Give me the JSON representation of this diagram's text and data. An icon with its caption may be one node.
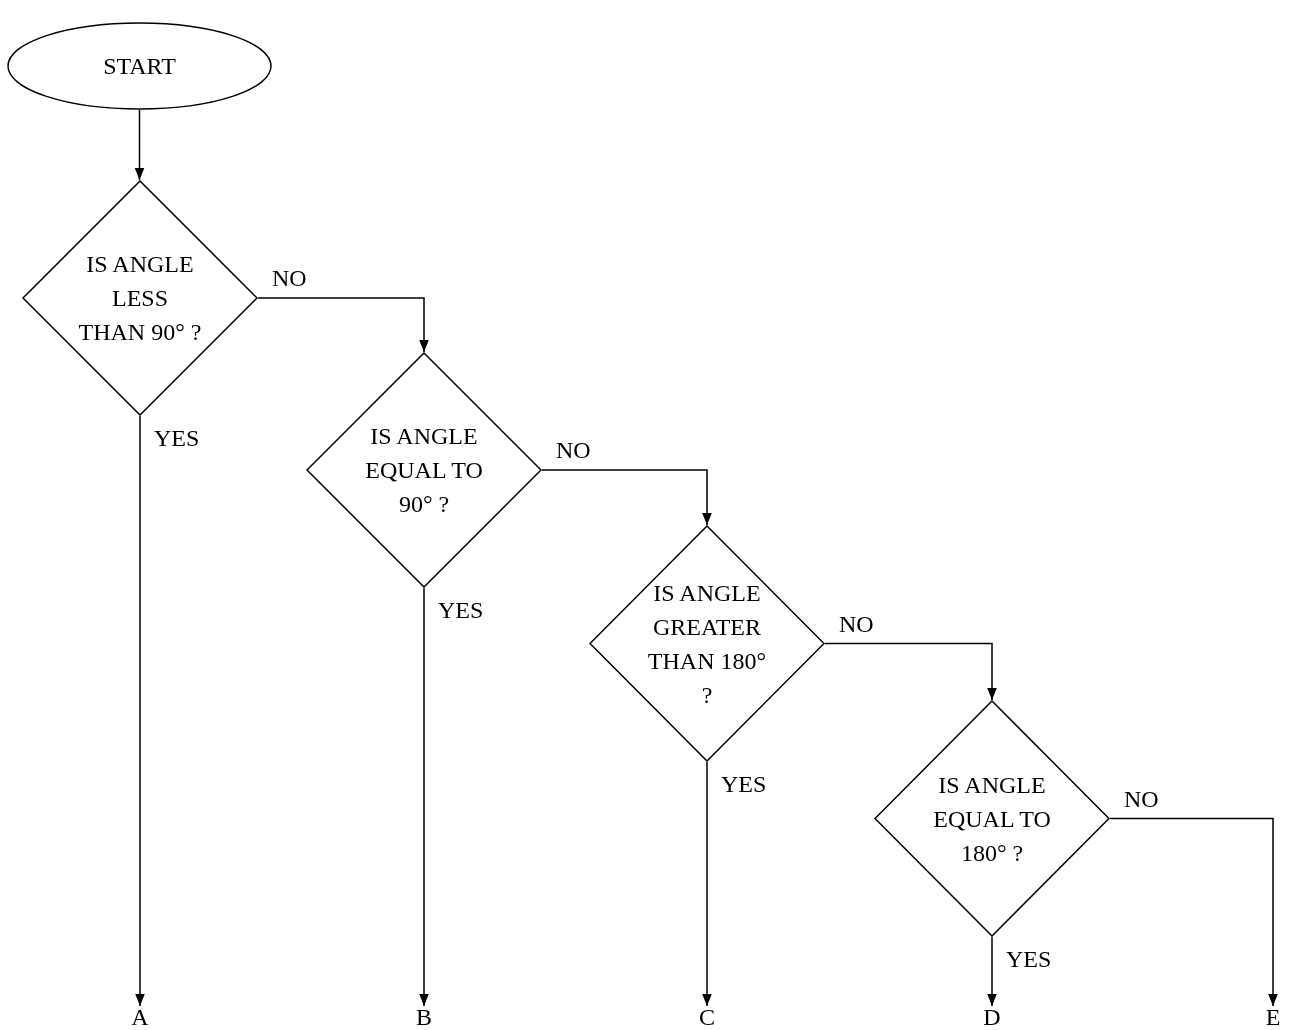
{
  "diagram": {
    "nodes": [
      {
        "text": [
          "START"
        ]
      },
      {
        "text": [
          "IS ANGLE LESS THAN 90° ?"
        ]
      },
      {
        "text": [
          "IS ANGLE EQUAL TO 90° ?"
        ]
      },
      {
        "text": [
          "IS ANGLE GREATER THAN 180° ?"
        ]
      },
      {
        "text": [
          "IS ANGLE EQUAL TO 180° ?"
        ]
      },
      {
        "text": [
          "A"
        ]
      },
      {
        "text": [
          "B"
        ]
      },
      {
        "text": [
          "C"
        ]
      },
      {
        "text": [
          "D"
        ]
      },
      {
        "text": [
          "E"
        ]
      }
    ],
    "edges": [
      {
        "from": 0,
        "to": 1,
        "arrow": "to"
      },
      {
        "from": 1,
        "to": 2,
        "arrow": "to",
        "label": "NO"
      },
      {
        "from": 1,
        "to": 5,
        "arrow": "to",
        "label": "YES"
      },
      {
        "from": 2,
        "to": 3,
        "arrow": "to",
        "label": "NO"
      },
      {
        "from": 2,
        "to": 6,
        "arrow": "to",
        "label": "YES"
      },
      {
        "from": 3,
        "to": 4,
        "arrow": "to",
        "label": "NO"
      },
      {
        "from": 3,
        "to": 7,
        "arrow": "to",
        "label": "YES"
      },
      {
        "from": 4,
        "to": 9,
        "arrow": "to",
        "label": "NO"
      },
      {
        "from": 4,
        "to": 8,
        "arrow": "to",
        "label": "YES"
      }
    ]
  }
}
